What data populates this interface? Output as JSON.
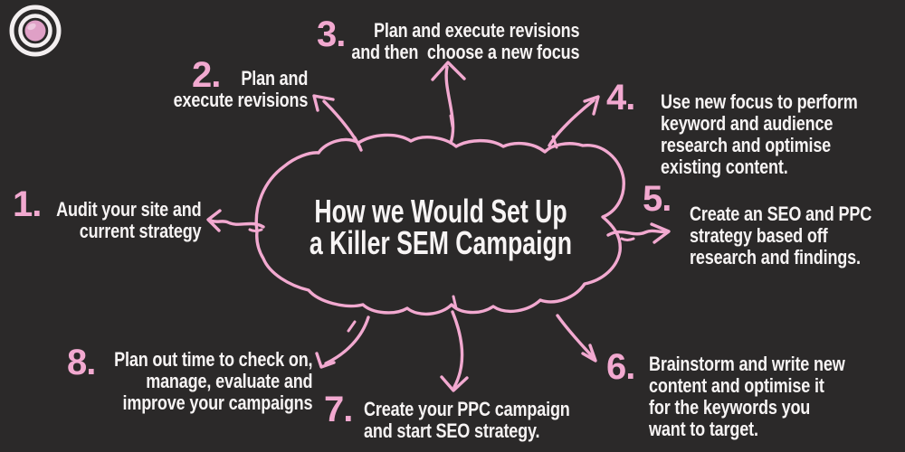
{
  "colors": {
    "background": "#2b2929",
    "accent": "#f2a9d0",
    "text": "#f7f4f4",
    "logo_ring": "#f3eff0",
    "logo_ball": "#dfa0c6"
  },
  "logo": {
    "icon": "concentric-circles-target-logo"
  },
  "center": {
    "title": "How we Would Set Up\na Killer SEM Campaign",
    "shape": "hand-drawn-blob-outline"
  },
  "steps": [
    {
      "number": "1.",
      "text": "Audit your site and\ncurrent strategy"
    },
    {
      "number": "2.",
      "text": "Plan and\nexecute revisions"
    },
    {
      "number": "3.",
      "text": "Plan and execute revisions\nand then  choose a new focus"
    },
    {
      "number": "4.",
      "text": "Use new focus to perform\nkeyword and audience\nresearch and optimise\nexisting content."
    },
    {
      "number": "5.",
      "text": "Create an SEO and PPC\nstrategy based off\nresearch and findings."
    },
    {
      "number": "6.",
      "text": "Brainstorm and write new\ncontent and optimise it\nfor the keywords you\nwant to target."
    },
    {
      "number": "7.",
      "text": "Create your PPC campaign\nand start SEO strategy."
    },
    {
      "number": "8.",
      "text": "Plan out time to check on,\nmanage, evaluate and\nimprove your campaigns"
    }
  ]
}
